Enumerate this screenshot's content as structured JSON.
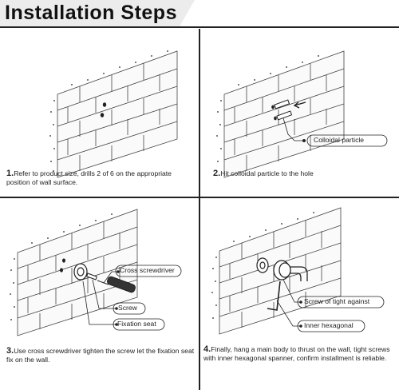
{
  "header": {
    "title": "Installation Steps"
  },
  "steps": [
    {
      "number": "1.",
      "text": "Refer to product size, drills 2 of  6 on the appropriate position of wall surface."
    },
    {
      "number": "2.",
      "text": "Hit colloidal particle to the hole",
      "callouts": [
        "Colloidal particle"
      ]
    },
    {
      "number": "3.",
      "text": "Use cross screwdriver tighten the screw let the fixation seat fix on the wall.",
      "callouts": [
        "Cross screwdriver",
        "Screw",
        "Fixation seat"
      ]
    },
    {
      "number": "4.",
      "text": "Finally, hang a main body to thrust on the wall, tight screws with inner hexagonal spanner, confirm installment is reliable.",
      "callouts": [
        "Screw of tight against",
        "Inner hexagonal"
      ]
    }
  ]
}
